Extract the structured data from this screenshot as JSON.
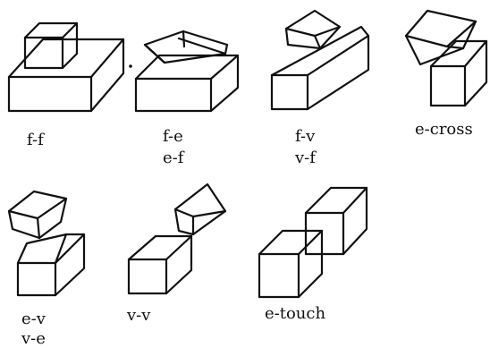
{
  "panels": [
    {
      "id": "ff",
      "labels": [
        "f-f"
      ]
    },
    {
      "id": "fe",
      "labels": [
        "f-e",
        "e-f"
      ]
    },
    {
      "id": "fv",
      "labels": [
        "f-v",
        "v-f"
      ]
    },
    {
      "id": "ecross",
      "labels": [
        "e-cross"
      ]
    },
    {
      "id": "ev",
      "labels": [
        "e-v",
        "v-e"
      ]
    },
    {
      "id": "vv",
      "labels": [
        "v-v"
      ]
    },
    {
      "id": "etouch",
      "labels": [
        "e-touch"
      ]
    }
  ]
}
